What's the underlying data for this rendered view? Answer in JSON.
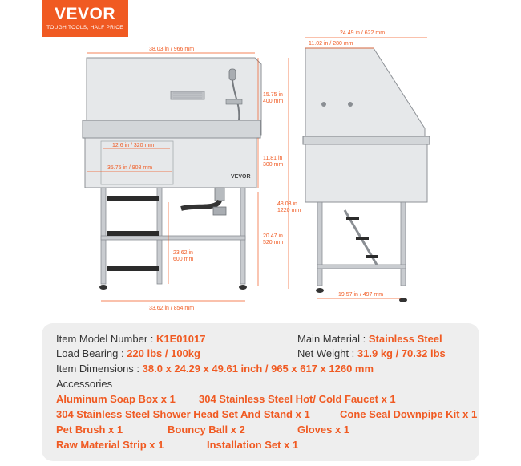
{
  "logo": {
    "brand": "VEVOR",
    "tagline": "TOUGH TOOLS, HALF PRICE"
  },
  "dimensions": {
    "width": "38.03 in / 966 mm",
    "backsplash": "15.75 in\n400 mm",
    "inner_left": "12.6 in / 320 mm",
    "inner_width": "35.75 in / 908 mm",
    "tub_depth": "11.81 in\n300 mm",
    "total_height": "48.03 in\n1220 mm",
    "stand_height": "20.47 in\n520 mm",
    "stair_height": "23.62 in\n600 mm",
    "base_width": "33.62 in / 854 mm",
    "side_depth": "24.49 in / 622 mm",
    "side_top": "11.02 in / 280 mm",
    "side_base": "19.57 in / 497 mm"
  },
  "product": {
    "badge": "VEVOR"
  },
  "specs": {
    "model_label": "Item Model Number : ",
    "model_value": "K1E01017",
    "material_label": "Main Material : ",
    "material_value": "Stainless Steel",
    "load_label": "Load Bearing : ",
    "load_value": "220 lbs / 100kg",
    "weight_label": "Net Weight : ",
    "weight_value": "31.9 kg / 70.32 lbs",
    "dims_label": "Item Dimensions : ",
    "dims_value": "38.0 x 24.29 x 49.61 inch / 965 x 617 x 1260 mm",
    "acc_label": "Accessories"
  },
  "accessories": [
    "Aluminum Soap Box x 1",
    "304 Stainless Steel Hot/ Cold Faucet x 1",
    "304 Stainless Steel Shower Head Set And Stand  x 1",
    "Cone Seal Downpipe Kit x 1",
    "Pet Brush x 1",
    "Bouncy Ball x 2",
    "Gloves x 1",
    "Raw Material Strip x 1",
    "Installation Set x 1"
  ]
}
